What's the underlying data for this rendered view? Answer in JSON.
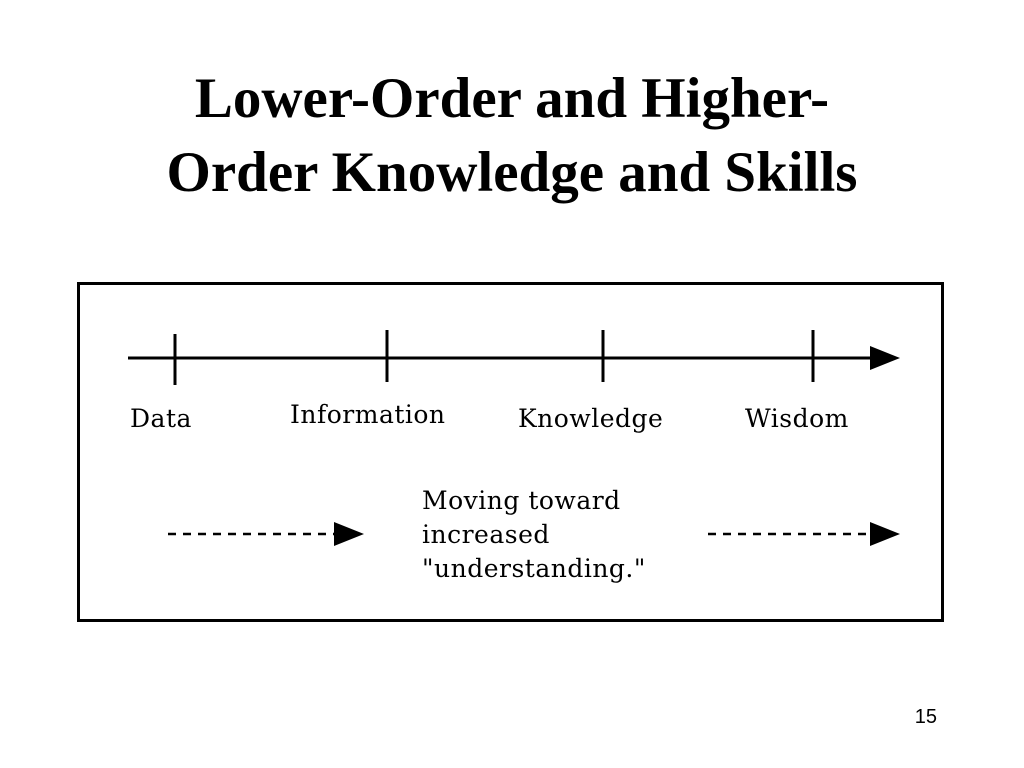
{
  "slide": {
    "title_line1": "Lower-Order and Higher-",
    "title_line2": "Order Knowledge and Skills",
    "page_number": "15"
  },
  "diagram": {
    "stages": [
      "Data",
      "Information",
      "Knowledge",
      "Wisdom"
    ],
    "caption_lines": [
      "Moving toward",
      "increased",
      "\"understanding.\""
    ]
  }
}
